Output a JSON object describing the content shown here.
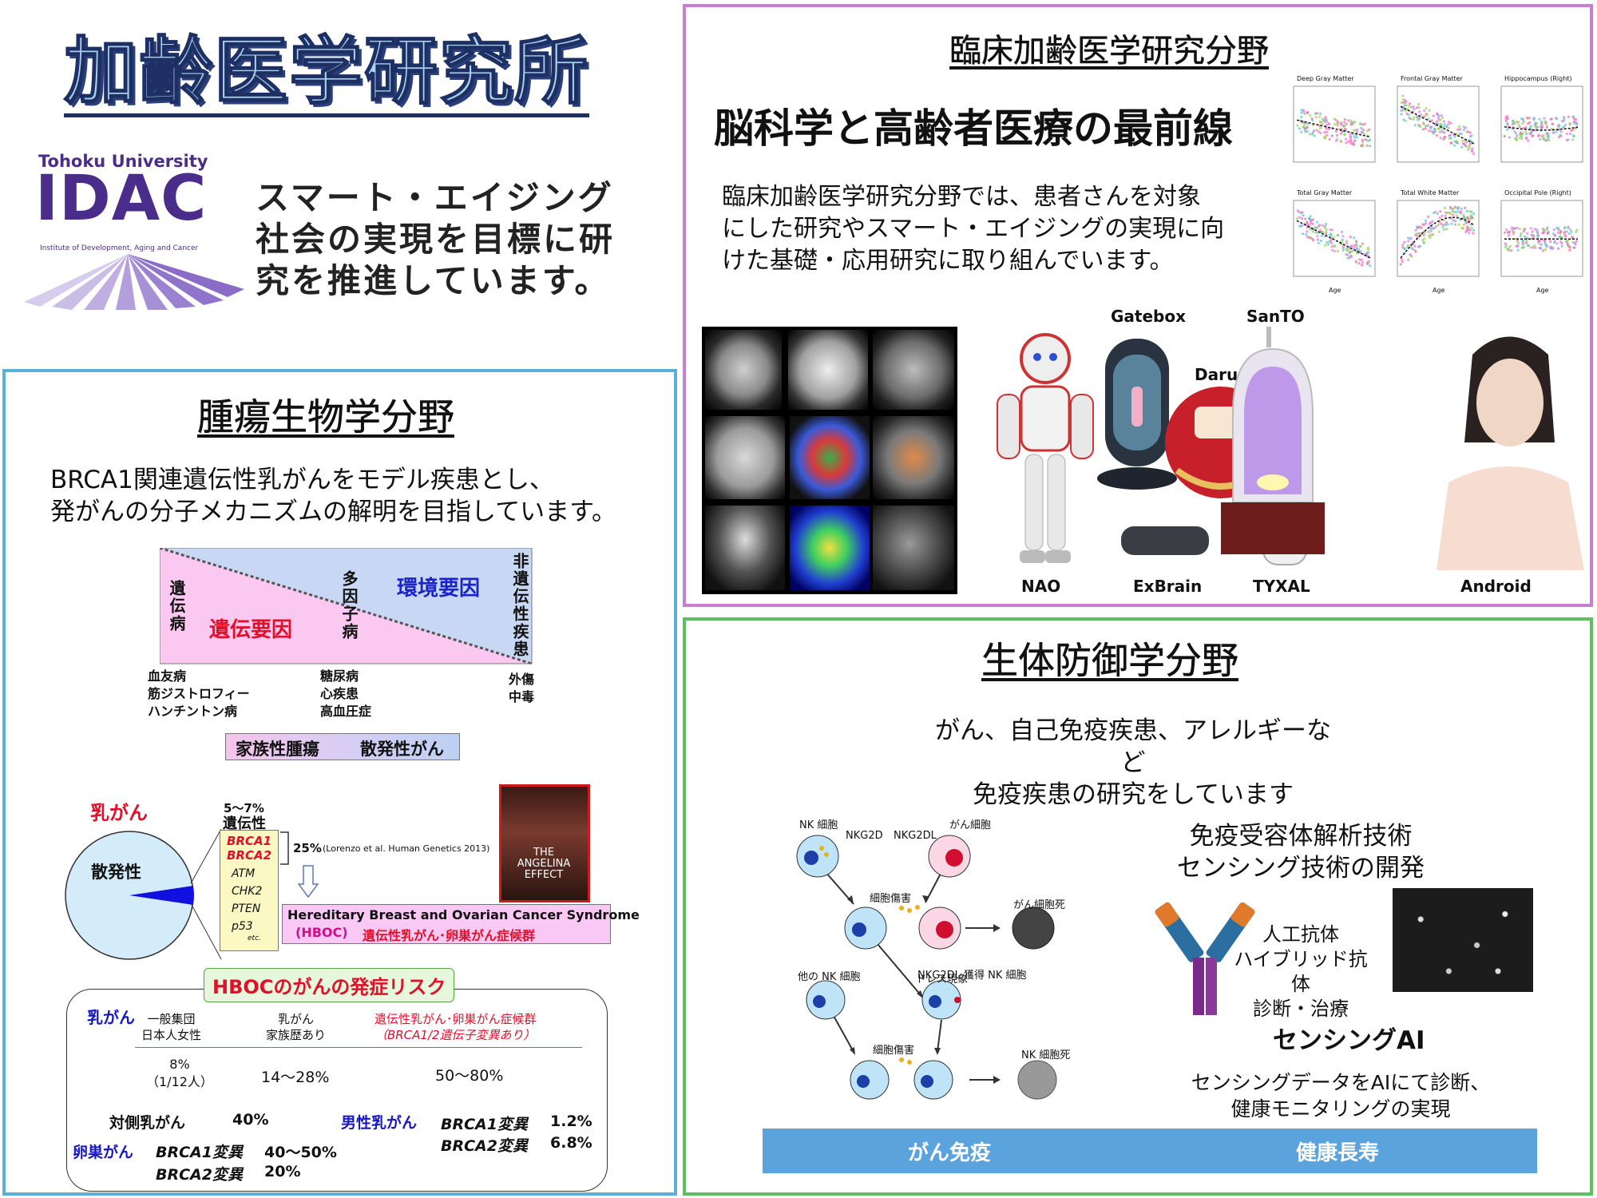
{
  "header": {
    "title": "加齢医学研究所",
    "logo_university": "Tohoku University",
    "logo_name": "IDAC",
    "logo_subtitle": "Institute of Development, Aging and Cancer",
    "tagline": [
      "スマート・エイジング",
      "社会の実現を目標に研",
      "究を推進しています。"
    ]
  },
  "clinical": {
    "title": "臨床加齢医学研究分野",
    "headline": "脳科学と高齢者医療の最前線",
    "body": [
      "臨床加齢医学研究分野では、患者さんを対象",
      "にした研究やスマート・エイジングの実現に向",
      "けた基礎・応用研究に取り組んでいます。"
    ],
    "plots": [
      {
        "title": "Deep Gray Matter"
      },
      {
        "title": "Frontal Gray Matter"
      },
      {
        "title": "Hippocampus (Right)"
      },
      {
        "title": "Total Gray Matter"
      },
      {
        "title": "Total White Matter"
      },
      {
        "title": "Occipital Pole (Right)"
      }
    ],
    "plot_xlabel": "Age",
    "robots": [
      "Gatebox",
      "SanTO",
      "DarumaTO",
      "NAO",
      "ExBrain",
      "TYXAL",
      "Android"
    ]
  },
  "tumor": {
    "title": "腫瘍生物学分野",
    "intro": [
      "BRCA1関連遺伝性乳がんをモデル疾患とし、",
      "発がんの分子メカニズムの解明を目指しています。"
    ],
    "diagram": {
      "left_vertical": "遺伝病",
      "genetic_factor": "遺伝要因",
      "middle_vertical": "多因子病",
      "env_factor": "環境要因",
      "right_vertical": "非遺伝性疾患",
      "left_examples": [
        "血友病",
        "筋ジストロフィー",
        "ハンチントン病"
      ],
      "middle_examples": [
        "糖尿病",
        "心疾患",
        "高血圧症"
      ],
      "right_examples": [
        "外傷",
        "中毒"
      ],
      "bar_left": "家族性腫瘍",
      "bar_right": "散発性がん"
    },
    "pie": {
      "label": "乳がん",
      "sporadic": "散発性",
      "hereditary_pct": "5～7%",
      "hereditary_label": "遺伝性",
      "genes_red": [
        "BRCA1",
        "BRCA2"
      ],
      "genes": [
        "ATM",
        "CHK2",
        "PTEN",
        "p53"
      ],
      "etc": "etc.",
      "ratio": "25%",
      "citation": "(Lorenzo et al.  Human Genetics 2013)",
      "magazine_title": "THE ANGELINA EFFECT",
      "syndrome_en": "Hereditary Breast and Ovarian Cancer Syndrome",
      "syndrome_abbr": "(HBOC)",
      "syndrome_jp": "遺伝性乳がん･卵巣がん症候群"
    },
    "risk": {
      "title": "HBOCのがんの発症リスク",
      "breast": "乳がん",
      "col1": [
        "一般集団",
        "日本人女性"
      ],
      "col2": [
        "乳がん",
        "家族歴あり"
      ],
      "col3": [
        "遺伝性乳がん･卵巣がん症候群",
        "（BRCA1/2遺伝子変異あり）"
      ],
      "val1": [
        "8%",
        "（1/12人）"
      ],
      "val2": "14～28%",
      "val3": "50～80%",
      "contra": "対側乳がん",
      "contra_val": "40%",
      "male": "男性乳がん",
      "male_b1": "BRCA1変異",
      "male_b1_val": "1.2%",
      "male_b2": "BRCA2変異",
      "male_b2_val": "6.8%",
      "ovary": "卵巣がん",
      "ov_b1": "BRCA1変異",
      "ov_b1_val": "40～50%",
      "ov_b2": "BRCA2変異",
      "ov_b2_val": "20%"
    }
  },
  "defense": {
    "title": "生体防御学分野",
    "subtitle": [
      "がん、自己免疫疾患、アレルギーなど",
      "免疫疾患の研究をしています"
    ],
    "cells": {
      "nk": "NK 細胞",
      "nkg2d": "NKG2D",
      "nkg2dl": "NKG2DL",
      "cancer": "がん細胞",
      "cytotox1": "細胞傷害",
      "cancer_death": "がん細胞死",
      "dress": "ドレス現象",
      "other_nk": "他の NK 細胞",
      "acquired": "NKG2DL 獲得 NK 細胞",
      "cytotox2": "細胞傷害",
      "nk_death": "NK 細胞死"
    },
    "tech_title": [
      "免疫受容体解析技術",
      "センシング技術の開発"
    ],
    "antibody": [
      "人工抗体",
      "ハイブリッド抗体",
      "診断・治療"
    ],
    "ai_title": "センシングAI",
    "ai_desc": [
      "センシングデータをAIにて診断、",
      "健康モニタリングの実現"
    ],
    "footer_left": "がん免疫",
    "footer_right": "健康長寿"
  },
  "colors": {
    "clinical_border": "#c77fd0",
    "tumor_border": "#5ab0d8",
    "defense_border": "#5cc060",
    "footer_bar": "#5ba3dc",
    "idac_purple": "#4a2c8a"
  }
}
